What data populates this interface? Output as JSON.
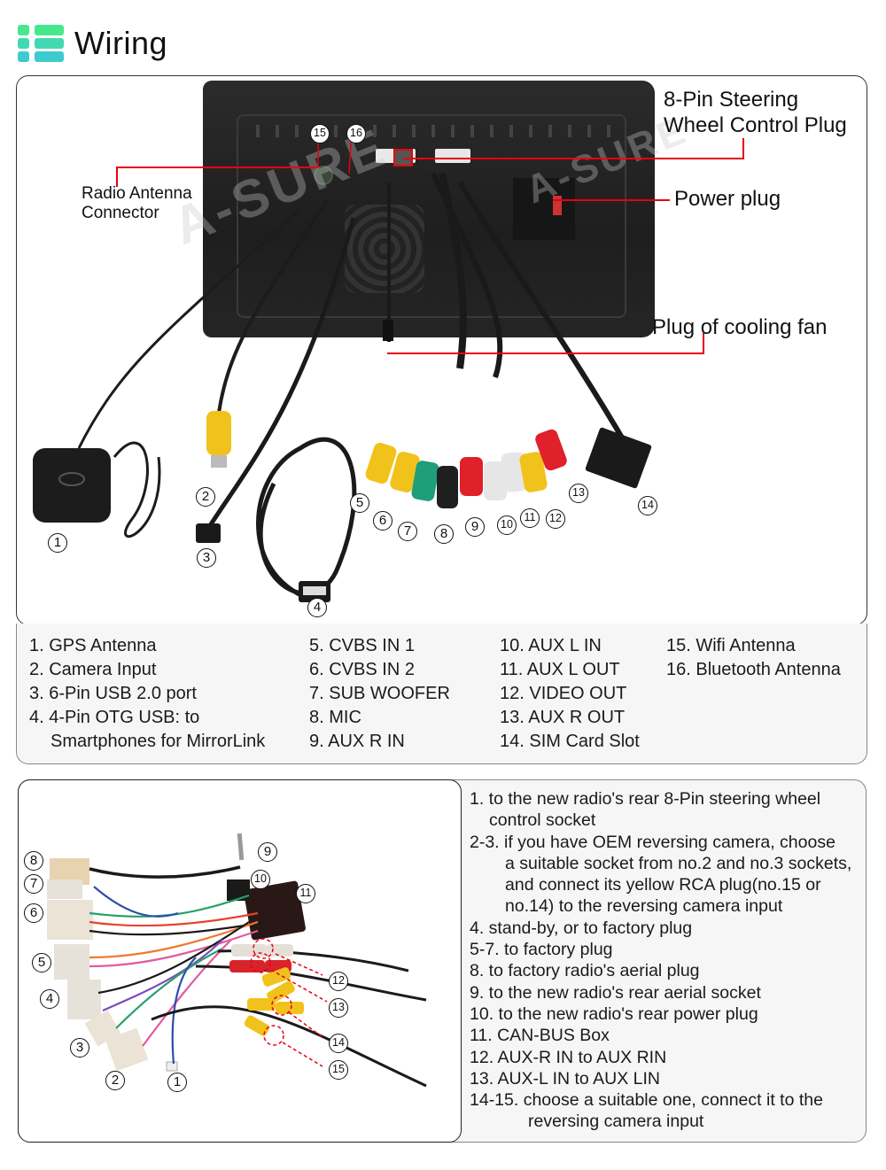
{
  "header": {
    "icon": "list-icon",
    "title": "Wiring"
  },
  "top_diagram": {
    "callouts": {
      "steering": [
        "8-Pin Steering",
        "Wheel Control Plug"
      ],
      "power": "Power plug",
      "cooling_fan": "Plug of cooling fan",
      "radio_antenna": [
        "Radio Antenna",
        "Connector"
      ]
    },
    "watermark": "A-SURE",
    "badges": [
      "1",
      "2",
      "3",
      "4",
      "5",
      "6",
      "7",
      "8",
      "9",
      "10",
      "11",
      "12",
      "13",
      "14",
      "15",
      "16"
    ],
    "callout_line_color": "#e60012"
  },
  "legend": {
    "col1": [
      "1. GPS Antenna",
      "2. Camera Input",
      "3. 6-Pin USB 2.0 port",
      "4. 4-Pin OTG USB: to",
      "Smartphones for MirrorLink"
    ],
    "col2": [
      "5. CVBS IN 1",
      "6. CVBS IN 2",
      "7. SUB WOOFER",
      "8. MIC",
      "9. AUX R IN"
    ],
    "col3": [
      "10. AUX L IN",
      "11. AUX L OUT",
      "12. VIDEO OUT",
      "13. AUX R OUT",
      "14. SIM Card Slot"
    ],
    "col4": [
      "15. Wifi Antenna",
      "16. Bluetooth Antenna"
    ]
  },
  "harness": {
    "badges": [
      "1",
      "2",
      "3",
      "4",
      "5",
      "6",
      "7",
      "8",
      "9",
      "10",
      "11",
      "12",
      "13",
      "14",
      "15"
    ],
    "marker_color": "#e60012",
    "instructions": [
      {
        "text": "1. to the new radio's rear 8-Pin steering wheel",
        "indent": 0
      },
      {
        "text": "control socket",
        "indent": 1
      },
      {
        "text": "2-3. if you have OEM reversing camera, choose",
        "indent": 0
      },
      {
        "text": "a suitable socket from no.2 and no.3 sockets,",
        "indent": 2
      },
      {
        "text": "and connect its yellow RCA plug(no.15 or",
        "indent": 2
      },
      {
        "text": "no.14) to the reversing camera input",
        "indent": 2
      },
      {
        "text": "4. stand-by, or to factory plug",
        "indent": 0
      },
      {
        "text": "5-7. to factory plug",
        "indent": 0
      },
      {
        "text": "8. to factory radio's aerial plug",
        "indent": 0
      },
      {
        "text": "9. to the new radio's rear aerial socket",
        "indent": 0
      },
      {
        "text": "10. to the new radio's rear power plug",
        "indent": 0
      },
      {
        "text": "11. CAN-BUS Box",
        "indent": 0
      },
      {
        "text": "12. AUX-R IN to AUX RIN",
        "indent": 0
      },
      {
        "text": "13. AUX-L IN to AUX LIN",
        "indent": 0
      },
      {
        "text": "14-15. choose a suitable one, connect it to the",
        "indent": 0
      },
      {
        "text": "reversing camera input",
        "indent": 3
      }
    ]
  }
}
